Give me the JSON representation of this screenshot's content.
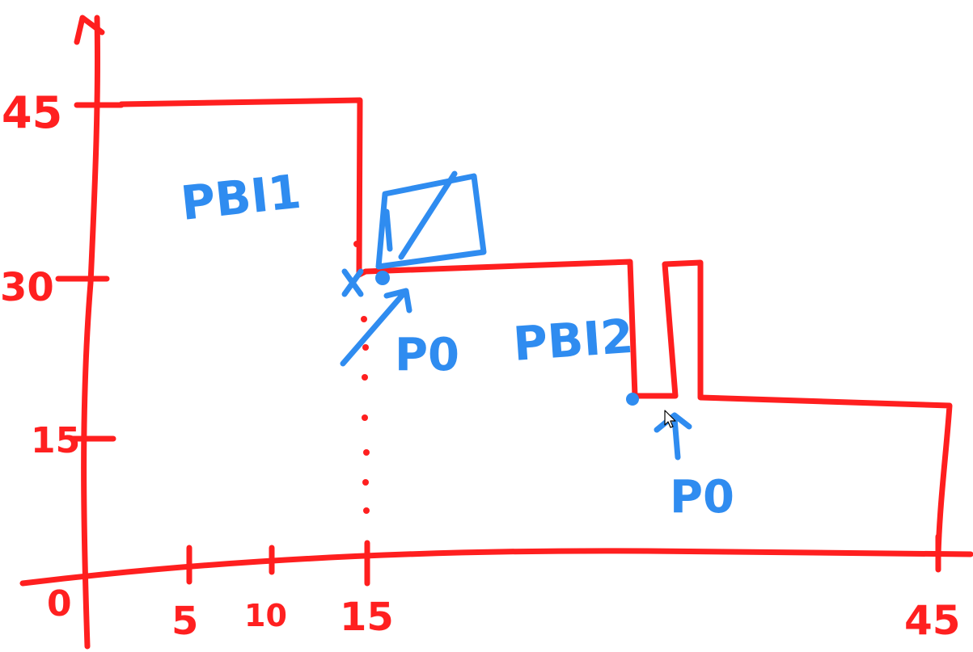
{
  "axes": {
    "y_labels": [
      "45",
      "30",
      "15"
    ],
    "x_labels": [
      "0",
      "5",
      "10",
      "15",
      "45"
    ]
  },
  "regions": {
    "pbi1_label": "PBI1",
    "pbi2_label": "PBI2"
  },
  "annotations": {
    "p0_left": "P0",
    "p0_right": "P0"
  },
  "colors": {
    "red": "#ff1f1f",
    "blue": "#2f8cf0",
    "background": "#ffffff"
  },
  "icons": {
    "cursor": "mouse-pointer-icon",
    "check_box": "checkmark-box-icon"
  }
}
